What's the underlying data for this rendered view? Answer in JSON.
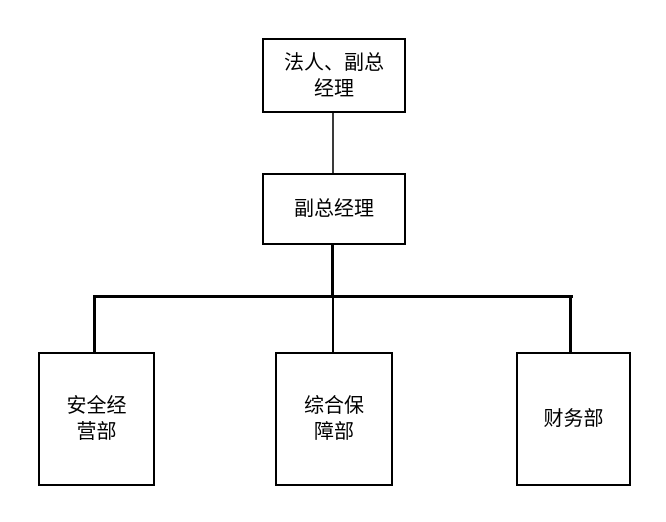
{
  "canvas": {
    "background": "#ffffff"
  },
  "colors": {
    "box_border": "#000000",
    "box_fill": "#ffffff",
    "text": "#000000",
    "connector": "#000000",
    "connector_top": "#3a3a3a"
  },
  "org_chart": {
    "type": "organization-chart",
    "root": {
      "title": "法人、副总经理",
      "lines": [
        "法人、副总",
        "经理"
      ]
    },
    "middle": {
      "title": "副总经理",
      "lines": [
        "副总经理"
      ]
    },
    "departments": [
      {
        "title": "安全经营部",
        "lines": [
          "安全经",
          "营部"
        ]
      },
      {
        "title": "综合保障部",
        "lines": [
          "综合保",
          "障部"
        ]
      },
      {
        "title": "财务部",
        "lines": [
          "财务部"
        ]
      }
    ]
  }
}
